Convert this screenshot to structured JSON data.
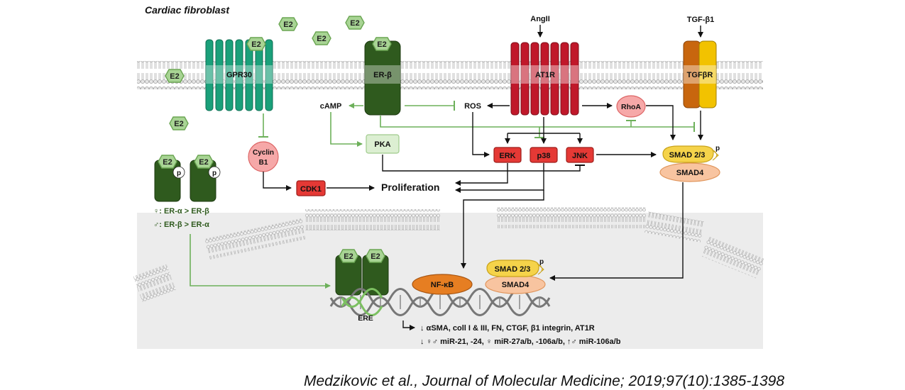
{
  "title": "Cardiac fibroblast",
  "ligand_label": "E2",
  "p_label": "p",
  "receptors": {
    "gpr30": "GPR30",
    "er_beta": "ER-β",
    "at1r": "AT1R",
    "tgfbr": "TGFβR"
  },
  "inputs": {
    "angii": "AngII",
    "tgfb1": "TGF-β1"
  },
  "nodes": {
    "camp": "cAMP",
    "ros": "ROS",
    "rhoa": "RhoA",
    "pka": "PKA",
    "cyclin_line1": "Cyclin",
    "cyclin_line2": "B1",
    "erk": "ERK",
    "p38": "p38",
    "jnk": "JNK",
    "smad23": "SMAD 2/3",
    "smad4": "SMAD4",
    "cdk1": "CDK1",
    "proliferation": "Proliferation",
    "nfkb": "NF-κB",
    "ere": "ERE"
  },
  "sex_ratios": {
    "female": "♀: ER-α  > ER-β",
    "male": "♂: ER-β  > ER-α"
  },
  "gene_targets": {
    "line1": "↓ αSMA, coll I & III, FN, CTGF, β1 integrin, AT1R",
    "line2": "↓ ♀♂ miR-21, -24, ♀ miR-27a/b, -106a/b, ↑♂ miR-106a/b"
  },
  "citation": "Medzikovic et al., Journal of Molecular Medicine; 2019;97(10):1385-1398",
  "colors": {
    "estrogen_green": "#7fb86a",
    "receptor_dark_green": "#2f5a1e",
    "gpr30_teal": "#1aa07a",
    "at1r_red": "#c0182a",
    "kinase_red": "#e53935",
    "smad_yellow": "#f5d34a",
    "smad4_peach": "#f8c4a0",
    "nfkb_orange": "#e67e22",
    "membrane_gray": "#c8c8c8"
  }
}
